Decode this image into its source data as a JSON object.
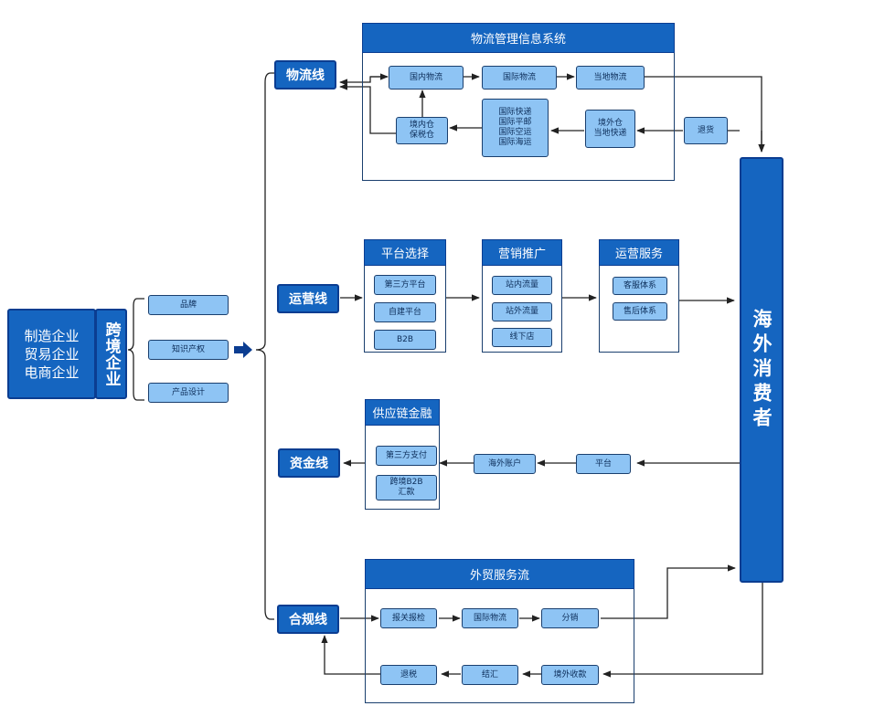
{
  "enterprise": {
    "lines": [
      "制造企业",
      "贸易企业",
      "电商企业"
    ]
  },
  "crossborder_label": "跨境企业",
  "elements": [
    "品牌",
    "知识产权",
    "产品设计"
  ],
  "lines": {
    "logistics": "物流线",
    "operations": "运营线",
    "finance": "资金线",
    "compliance": "合规线"
  },
  "consumer_label": "海外消费者",
  "logistics": {
    "title": "物流管理信息系统",
    "domestic": "国内物流",
    "international": "国际物流",
    "local": "当地物流",
    "return": "退货",
    "overseas_wh": "境外仓\n当地快递",
    "intl_modes": "国际快递\n国际平邮\n国际空运\n国际海运",
    "domestic_wh": "境内仓\n保税仓"
  },
  "operations": {
    "platform": {
      "title": "平台选择",
      "items": [
        "第三方平台",
        "自建平台",
        "B2B"
      ]
    },
    "marketing": {
      "title": "营销推广",
      "items": [
        "站内流量",
        "站外流量",
        "线下店"
      ]
    },
    "service": {
      "title": "运营服务",
      "items": [
        "客服体系",
        "售后体系"
      ]
    }
  },
  "finance": {
    "title": "供应链金融",
    "items": [
      "第三方支付",
      "跨境B2B\n汇款"
    ],
    "overseas_account": "海外账户",
    "platform": "平台"
  },
  "compliance": {
    "title": "外贸服务流",
    "customs": "报关报检",
    "intl_logistics": "国际物流",
    "distribution": "分销",
    "collection": "境外收款",
    "fx": "结汇",
    "tax_refund": "退税"
  }
}
